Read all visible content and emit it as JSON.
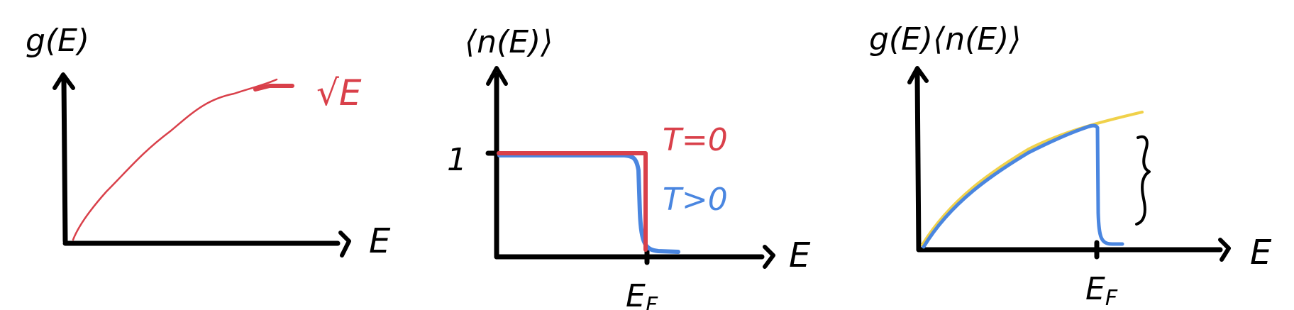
{
  "colors": {
    "ink": "#000000",
    "red": "#d9404a",
    "blue": "#4a86e0",
    "yellow": "#f0d14a"
  },
  "panels": [
    {
      "ylabel": "g(E)",
      "xlabel": "E",
      "curve_label": "√E"
    },
    {
      "ylabel": "⟨n(E)⟩",
      "xlabel": "E",
      "y_tick": "1",
      "x_tick": "E_F",
      "legend": [
        {
          "label": "T=0",
          "color": "#d9404a"
        },
        {
          "label": "T>0",
          "color": "#4a86e0"
        }
      ]
    },
    {
      "ylabel": "g(E)⟨n(E)⟩",
      "xlabel": "E",
      "x_tick": "E_F"
    }
  ]
}
